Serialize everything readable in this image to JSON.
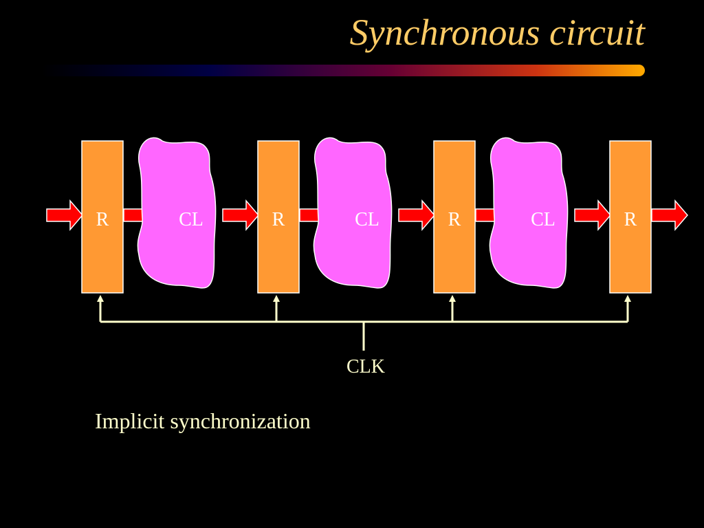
{
  "slide": {
    "title": "Synchronous circuit",
    "caption": "Implicit synchronization"
  },
  "diagram": {
    "register_label": "R",
    "logic_label": "CL",
    "clock_label": "CLK",
    "colors": {
      "register_fill": "#ff9933",
      "logic_fill": "#ff66ff",
      "arrow_fill": "#ff0000",
      "clock_line": "#ffffcc",
      "title_text": "#ffcc66",
      "background": "#000000"
    }
  }
}
